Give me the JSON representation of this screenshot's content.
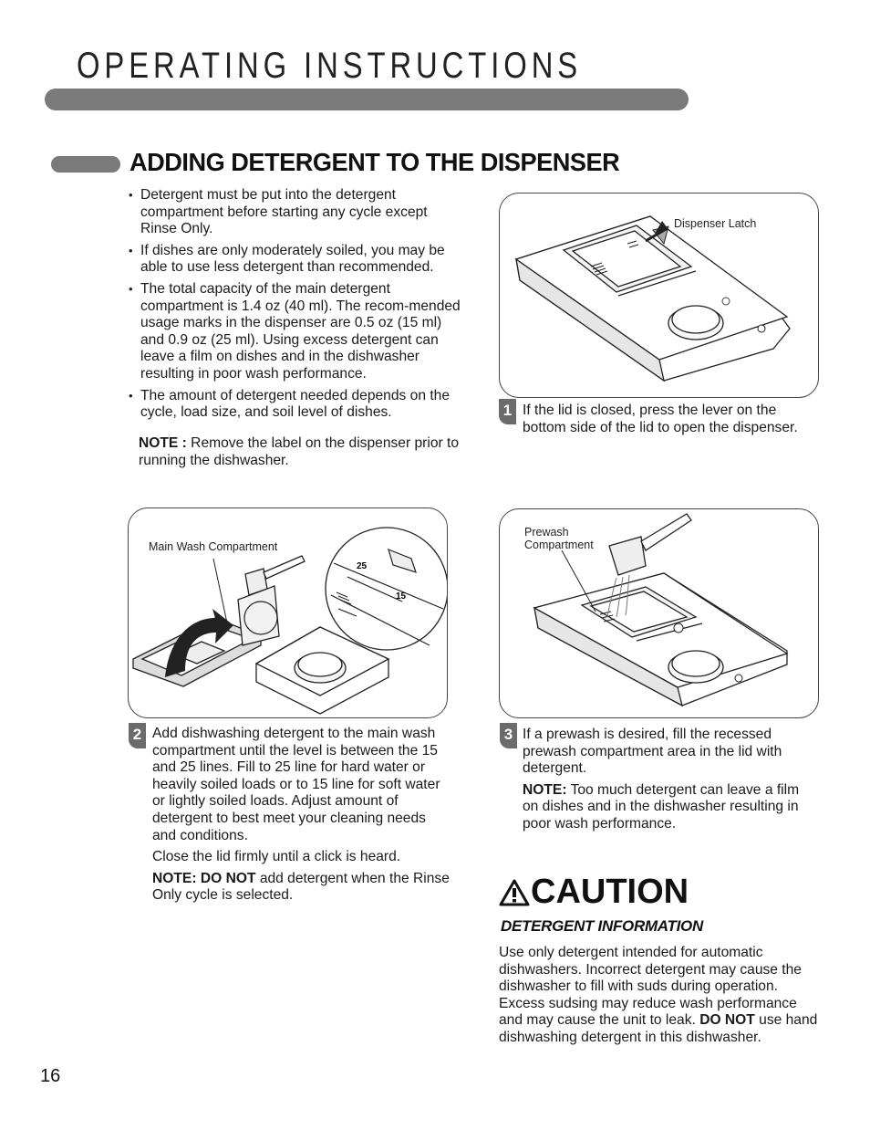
{
  "header": {
    "title": "OPERATING INSTRUCTIONS"
  },
  "section": {
    "title": "ADDING DETERGENT TO THE DISPENSER"
  },
  "bullets": [
    "Detergent must be put into the detergent compartment before starting any cycle except Rinse Only.",
    "If dishes are only moderately soiled, you may be able to use less detergent than recommended.",
    "The total capacity of the main detergent compartment is 1.4 oz (40 ml). The recom-mended usage marks in the dispenser are 0.5 oz (15 ml) and 0.9 oz (25 ml). Using excess detergent can leave a film on dishes and in the dishwasher resulting in poor wash performance.",
    "The amount of detergent needed depends on the cycle, load size, and soil level of dishes."
  ],
  "note1": {
    "label": "NOTE :",
    "text": " Remove the label on the dispenser prior to running the dishwasher."
  },
  "step1": {
    "number": "1",
    "label": "Dispenser Latch",
    "text": "If the lid is closed, press the lever on the bottom side of the lid to open the dispenser."
  },
  "step2": {
    "number": "2",
    "label": "Main Wash Compartment",
    "mark_25": "25",
    "mark_15": "15",
    "text": "Add dishwashing detergent to the main wash compartment until the level is between the 15 and 25 lines. Fill to 25 line for hard water or heavily soiled loads or to 15 line for soft water or lightly soiled loads. Adjust amount of detergent to best meet your cleaning needs and conditions.",
    "text2": "Close the lid firmly until a click is heard.",
    "note_label": "NOTE: DO NOT",
    "note_text": " add detergent when the Rinse Only cycle is selected."
  },
  "step3": {
    "number": "3",
    "label_line1": "Prewash",
    "label_line2": "Compartment",
    "text": "If a prewash is desired, fill the recessed prewash compartment area in the lid with detergent.",
    "note_label": "NOTE:",
    "note_text": " Too much detergent can leave a film on dishes and in the dishwasher resulting in poor wash performance."
  },
  "caution": {
    "title": "CAUTION",
    "subtitle": "DETERGENT INFORMATION",
    "body_before": "Use only detergent intended for automatic dishwashers. Incorrect detergent may cause the dishwasher to fill with suds during operation. Excess sudsing may reduce wash performance and may cause the unit to leak. ",
    "body_bold": "DO NOT",
    "body_after": " use hand dishwashing detergent in this dishwasher."
  },
  "page_number": "16"
}
